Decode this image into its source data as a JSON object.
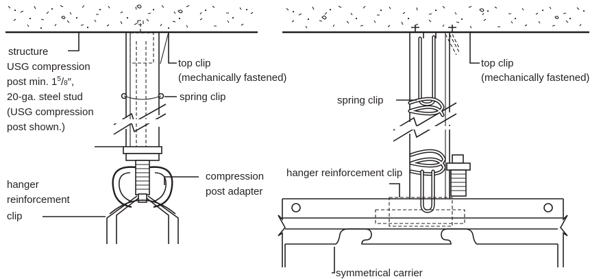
{
  "left_detail": {
    "structure": "structure",
    "top_clip_1": "top clip",
    "top_clip_2": "(mechanically fastened)",
    "post_1": "USG compression",
    "post_2_a": "post min. 1",
    "post_2_sup": "5",
    "post_2_b": "/",
    "post_2_sub": "8",
    "post_2_c": "″,",
    "post_3": "20-ga. steel stud",
    "post_4": "(USG compression",
    "post_5": "post shown.)",
    "spring_clip": "spring clip",
    "adapter_1": "compression",
    "adapter_2": "post adapter",
    "hanger_1": "hanger",
    "hanger_2": "reinforcement",
    "hanger_3": "clip"
  },
  "right_detail": {
    "top_clip_1": "top clip",
    "top_clip_2": "(mechanically fastened)",
    "spring_clip": "spring clip",
    "hanger_clip": "hanger reinforcement clip",
    "carrier": "symmetrical carrier"
  }
}
